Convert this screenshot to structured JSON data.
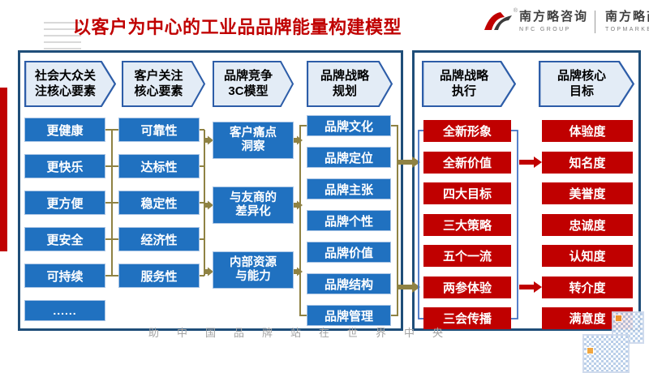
{
  "title": "以客户为中心的工业品品牌能量构建模型",
  "logo": {
    "reg": "®",
    "brand_left": "南方略咨询",
    "brand_left_sub": "NFC GROUP",
    "brand_right": "南方略商学",
    "brand_right_sub": "TOPMARKETING"
  },
  "colors": {
    "accent_red": "#C00000",
    "box_blue": "#2071C0",
    "panel_border": "#1F4E79",
    "connector_olive": "#8F8243",
    "bracket_blue": "#4472C4",
    "header_fill": "#E3ECF6"
  },
  "flow": {
    "col1": {
      "header": {
        "line1": "社会大众关",
        "line2": "注核心要素"
      },
      "items": [
        "更健康",
        "更快乐",
        "更方便",
        "更安全",
        "可持续",
        "......"
      ]
    },
    "col2": {
      "header": {
        "line1": "客户关注",
        "line2": "核心要素"
      },
      "items": [
        "可靠性",
        "达标性",
        "稳定性",
        "经济性",
        "服务性"
      ]
    },
    "col3": {
      "header": {
        "line1": "品牌竞争",
        "line2": "3C模型"
      },
      "items": [
        {
          "line1": "客户痛点",
          "line2": "洞察"
        },
        {
          "line1": "与友商的",
          "line2": "差异化"
        },
        {
          "line1": "内部资源",
          "line2": "与能力"
        }
      ]
    },
    "col4": {
      "header": {
        "line1": "品牌战略",
        "line2": "规划"
      },
      "items": [
        "品牌文化",
        "品牌定位",
        "品牌主张",
        "品牌个性",
        "品牌价值",
        "品牌结构",
        "品牌管理"
      ]
    },
    "col5": {
      "header": {
        "line1": "品牌战略",
        "line2": "执行"
      },
      "items": [
        "全新形象",
        "全新价值",
        "四大目标",
        "三大策略",
        "五个一流",
        "两参体验",
        "三会传播"
      ]
    },
    "col6": {
      "header": {
        "line1": "品牌核心",
        "line2": "目标"
      },
      "items": [
        "体验度",
        "知名度",
        "美誉度",
        "忠诚度",
        "认知度",
        "转介度",
        "满意度"
      ]
    }
  },
  "footer": {
    "watermark": "助中国品牌站在世界中央"
  }
}
